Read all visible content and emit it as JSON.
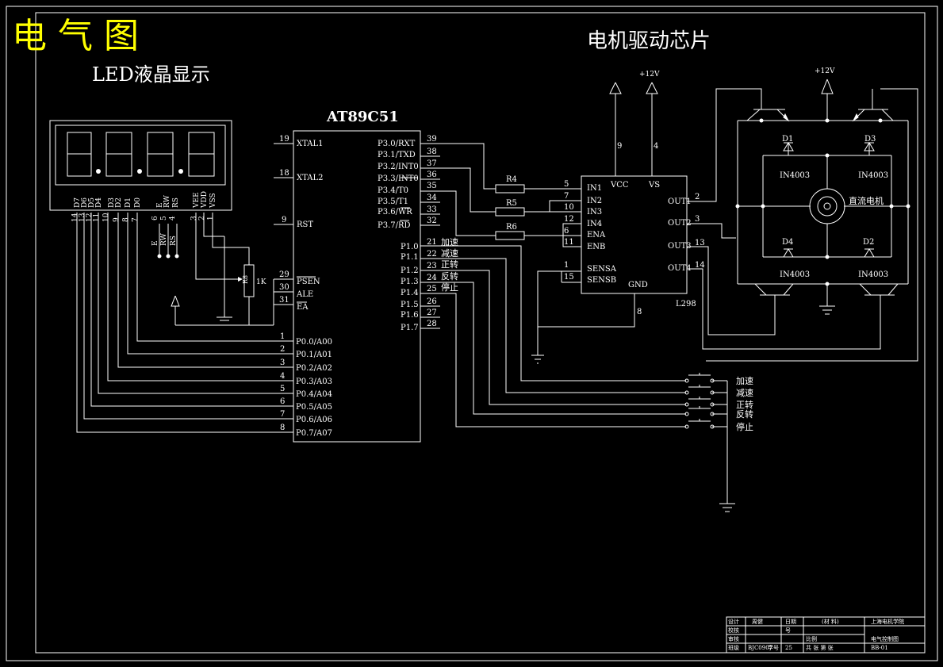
{
  "drawing": {
    "title": "电 气 图",
    "title_color": "#ffff00",
    "led_title": "LED液晶显示",
    "driver_title": "电机驱动芯片"
  },
  "mcu": {
    "name": "AT89C51",
    "left_pins": [
      {
        "num": "19",
        "label": "XTAL1"
      },
      {
        "num": "18",
        "label": "XTAL2"
      },
      {
        "num": "9",
        "label": "RST"
      },
      {
        "num": "29",
        "label": "PSEN"
      },
      {
        "num": "30",
        "label": "ALE"
      },
      {
        "num": "31",
        "label": "EA"
      },
      {
        "num": "1",
        "label": "P0.0/A00"
      },
      {
        "num": "2",
        "label": "P0.1/A01"
      },
      {
        "num": "3",
        "label": "P0.2/A02"
      },
      {
        "num": "4",
        "label": "P0.3/A03"
      },
      {
        "num": "5",
        "label": "P0.4/A04"
      },
      {
        "num": "6",
        "label": "P0.5/A05"
      },
      {
        "num": "7",
        "label": "P0.6/A06"
      },
      {
        "num": "8",
        "label": "P0.7/A07"
      }
    ],
    "right_pins": [
      {
        "num": "39",
        "label": "P3.0/RXT"
      },
      {
        "num": "38",
        "label": "P3.1/TXD"
      },
      {
        "num": "37",
        "label": "P3.2/INT0"
      },
      {
        "num": "36",
        "label": "P3.3/INT0"
      },
      {
        "num": "35",
        "label": "P3.4/T0"
      },
      {
        "num": "34",
        "label": "P3.5/T1"
      },
      {
        "num": "33",
        "label": "P3.6/WR"
      },
      {
        "num": "32",
        "label": "P3.7/RD"
      },
      {
        "num": "21",
        "label": "P1.0",
        "note": "加速"
      },
      {
        "num": "22",
        "label": "P1.1",
        "note": "减速"
      },
      {
        "num": "23",
        "label": "P1.2",
        "note": "正转"
      },
      {
        "num": "24",
        "label": "P1.3",
        "note": "反转"
      },
      {
        "num": "25",
        "label": "P1.4",
        "note": "停止"
      },
      {
        "num": "26",
        "label": "P1.5"
      },
      {
        "num": "27",
        "label": "P1.6"
      },
      {
        "num": "28",
        "label": "P1.7"
      }
    ]
  },
  "lcd": {
    "pin_names": [
      "D7",
      "D6",
      "D5",
      "D4",
      "D3",
      "D2",
      "D1",
      "D0",
      "E",
      "RW",
      "RS",
      "VEE",
      "VDD",
      "VSS"
    ],
    "pin_nums": [
      "14",
      "13",
      "12",
      "11",
      "10",
      "9",
      "8",
      "7",
      "6",
      "5",
      "4",
      "3",
      "2",
      "1"
    ],
    "pot_label": "1K",
    "pot_ref": "R8"
  },
  "resistors": [
    "R4",
    "R5",
    "R6"
  ],
  "driver": {
    "name": "L298",
    "left_pins": [
      {
        "num": "5",
        "label": "IN1"
      },
      {
        "num": "7",
        "label": "IN2"
      },
      {
        "num": "10",
        "label": "IN3"
      },
      {
        "num": "12",
        "label": "IN4"
      },
      {
        "num": "6",
        "label": "ENA"
      },
      {
        "num": "11",
        "label": "ENB"
      },
      {
        "num": "1",
        "label": "SENSA"
      },
      {
        "num": "15",
        "label": "SENSB"
      }
    ],
    "right_pins": [
      {
        "num": "2",
        "label": "OUT1"
      },
      {
        "num": "3",
        "label": "OUT2"
      },
      {
        "num": "13",
        "label": "OUT3"
      },
      {
        "num": "14",
        "label": "OUT4"
      }
    ],
    "top_pins": [
      {
        "num": "9",
        "label": "VCC"
      },
      {
        "num": "4",
        "label": "VS"
      }
    ],
    "gnd": {
      "num": "8",
      "label": "GND"
    }
  },
  "power": {
    "v12_a": "+12V",
    "v12_b": "+12V"
  },
  "bridge": {
    "diodes": [
      {
        "ref": "D1",
        "part": "IN4003"
      },
      {
        "ref": "D3",
        "part": "IN4003"
      },
      {
        "ref": "D4",
        "part": "IN4003"
      },
      {
        "ref": "D2",
        "part": "IN4003"
      }
    ],
    "motor_label": "直流电机"
  },
  "buttons": [
    "加速",
    "减速",
    "正转",
    "反转",
    "停止"
  ],
  "title_block": {
    "r1": [
      "设计",
      "周健",
      "日期",
      "(材  料)",
      "上海电机学院"
    ],
    "r2": [
      "校核",
      "",
      "号",
      "",
      ""
    ],
    "r3": [
      "审核",
      "",
      "",
      "比例",
      "电气控制图"
    ],
    "r4": [
      "班级",
      "BJC0907",
      "学号",
      "25",
      "共  张  第  张",
      "BB-01"
    ]
  }
}
